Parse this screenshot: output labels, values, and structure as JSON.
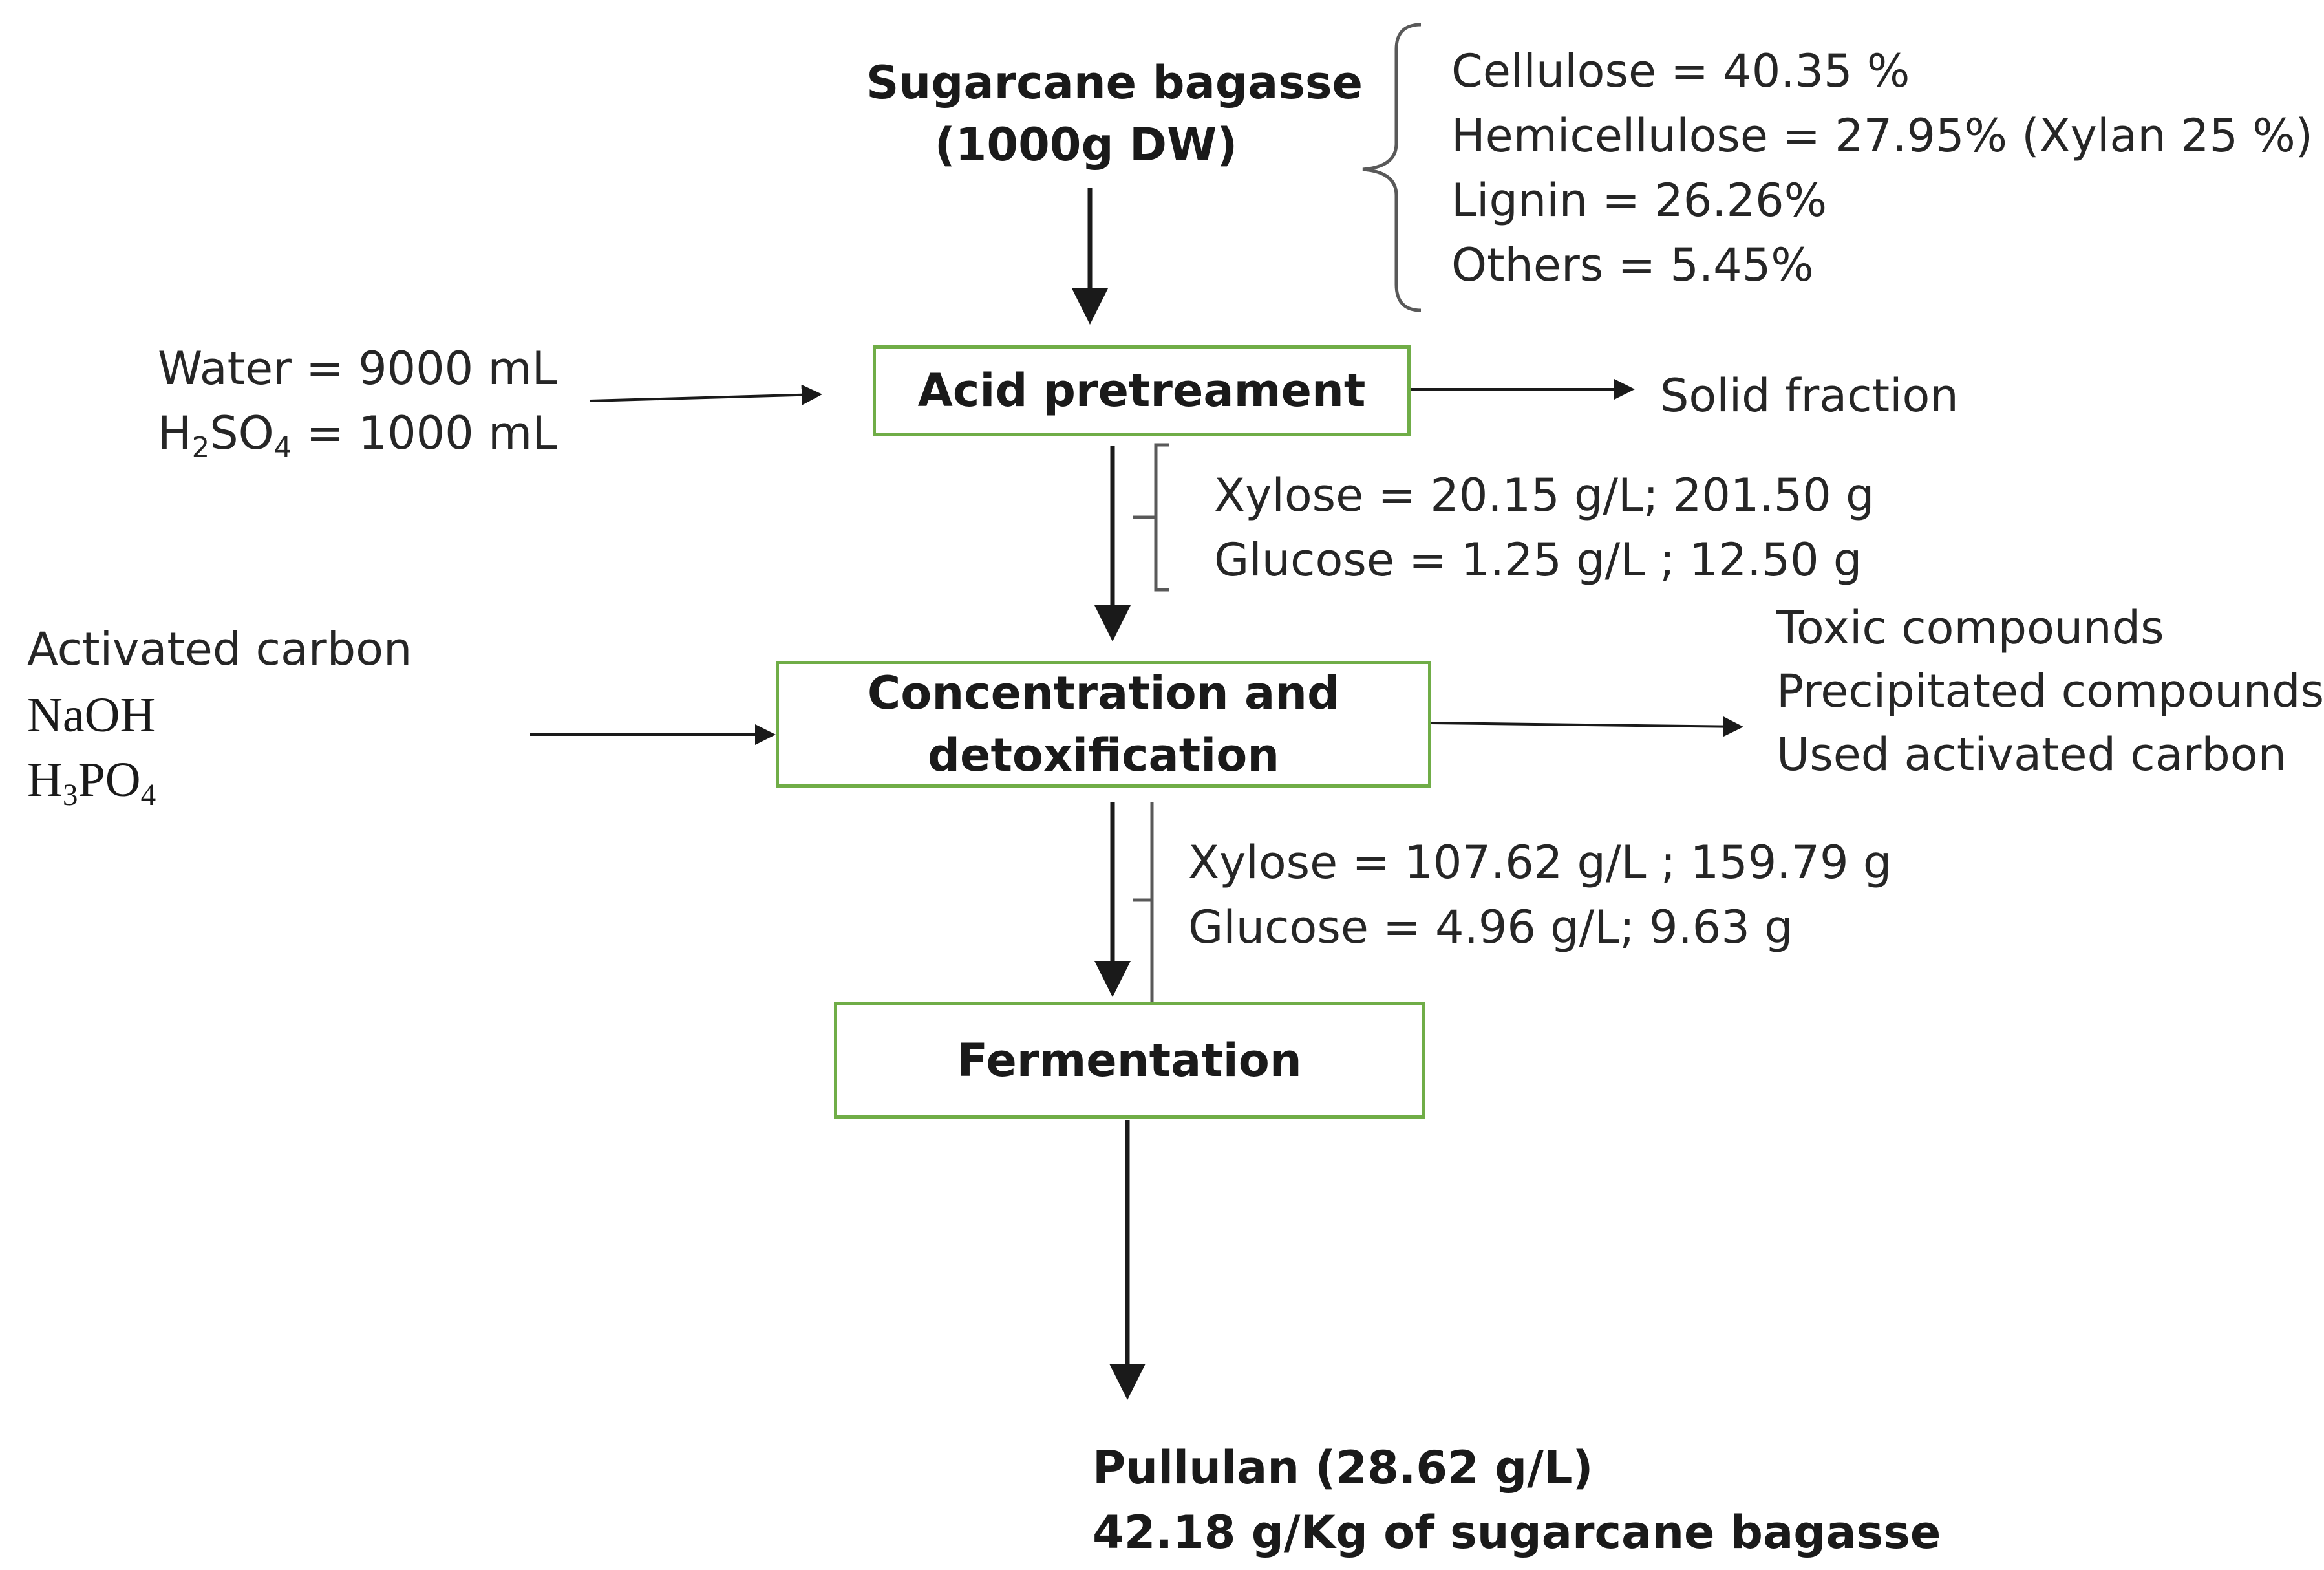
{
  "feedstock": {
    "line1": "Sugarcane bagasse",
    "line2": "(1000g DW)"
  },
  "composition": {
    "items": [
      "Cellulose = 40.35 %",
      "Hemicellulose = 27.95%  (Xylan 25 %)",
      "Lignin = 26.26%",
      "Others = 5.45%"
    ]
  },
  "acid_inputs": {
    "water": "Water = 9000 mL",
    "acid_prefix": "H",
    "acid_sub1": "2",
    "acid_mid": "SO",
    "acid_sub2": "4",
    "acid_suffix": " = 1000 mL"
  },
  "steps": {
    "acid": "Acid pretreament",
    "concentration_line1": "Concentration and",
    "concentration_line2": "detoxification",
    "fermentation": "Fermentation"
  },
  "acid_output": "Solid fraction",
  "hydrolysate": {
    "xylose": "Xylose = 20.15 g/L; 201.50 g",
    "glucose": "Glucose = 1.25 g/L ; 12.50 g"
  },
  "detox_inputs": {
    "carbon": "Activated carbon",
    "naoh": "NaOH",
    "h3po4_prefix": "H",
    "h3po4_sub1": "3",
    "h3po4_mid": "PO",
    "h3po4_sub2": "4"
  },
  "detox_outputs": {
    "items": [
      "Toxic compounds",
      "Precipitated compounds",
      "Used activated carbon"
    ]
  },
  "concentrate": {
    "xylose": "Xylose = 107.62 g/L ; 159.79 g",
    "glucose": "Glucose = 4.96 g/L; 9.63 g"
  },
  "product": {
    "line1": "Pullulan (28.62 g/L)",
    "line2": "42.18 g/Kg of sugarcane bagasse"
  },
  "colors": {
    "box_border": "#70ad47",
    "arrow": "#1a1a1a",
    "bracket": "#595959"
  }
}
